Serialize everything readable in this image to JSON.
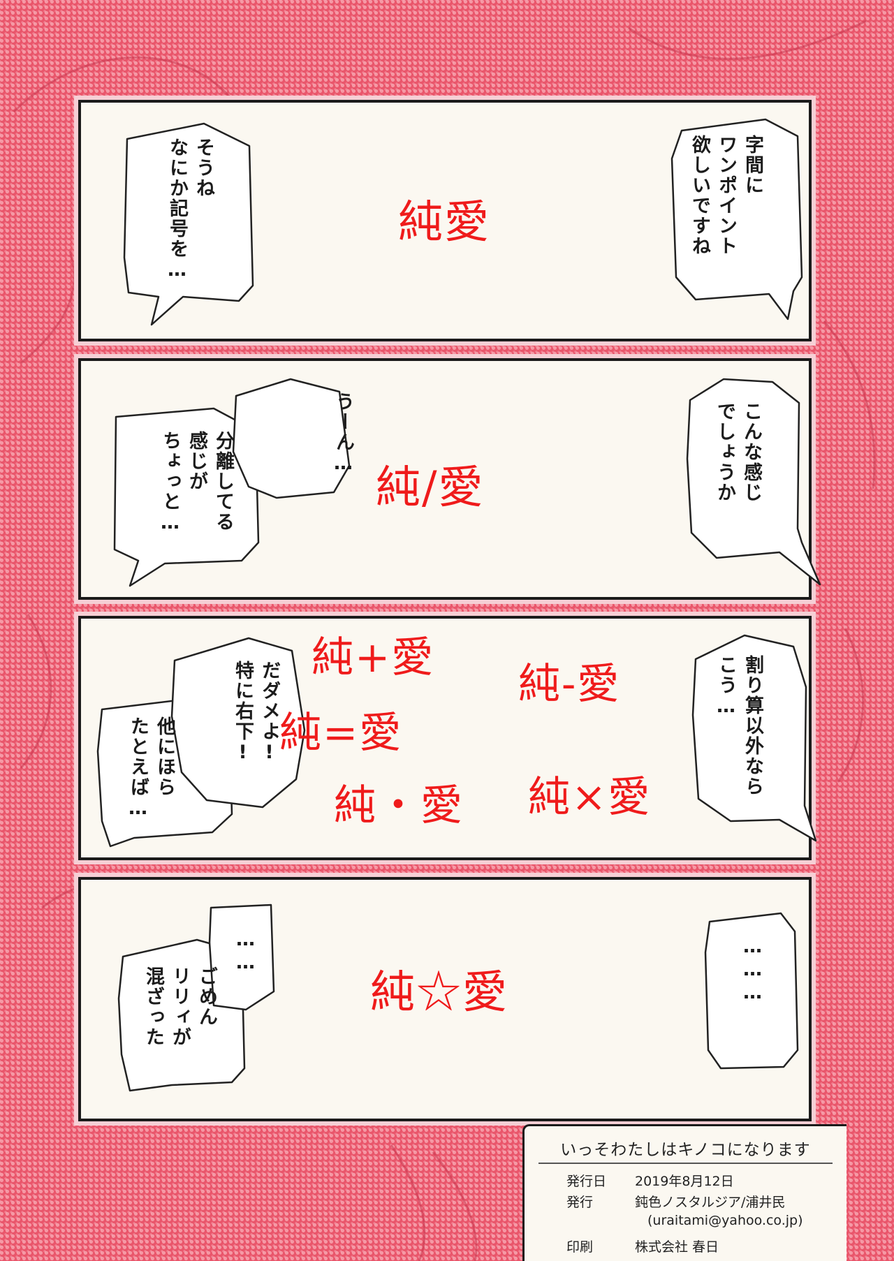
{
  "colors": {
    "background_pink": "#e9566b",
    "panel_paper": "#fbf8f1",
    "ink": "#1c1c1c",
    "red_text": "#ef1b1b"
  },
  "panels": [
    {
      "right_bubble": "字間に\nワンポイント\n欲しいですね",
      "left_bubble": "そうね\nなにか記号を…",
      "center_words": [
        "純愛"
      ]
    },
    {
      "right_bubble": "こんな感じ\nでしょうか",
      "left_bubble_top": "うーん…",
      "left_bubble_bottom": "分離してる\n感じが\nちょっと…",
      "center_words": [
        "純/愛"
      ]
    },
    {
      "right_bubble": "割り算以外なら\nこう…",
      "left_bubble_top": "だダメよ!\n特に右下!",
      "left_bubble_bottom": "他にほら\nたとえば…",
      "center_words": [
        "純+愛",
        "純-愛",
        "純=愛",
        "純・愛",
        "純×愛"
      ]
    },
    {
      "right_bubble": "………",
      "left_bubble_top": "……",
      "left_bubble_bottom": "ごめん\nリリィが\n混ざった",
      "center_words": [
        "純☆愛"
      ]
    }
  ],
  "colophon": {
    "title": "いっそわたしはキノコになります",
    "rows": [
      {
        "label": "発行日",
        "value": "2019年8月12日"
      },
      {
        "label": "発行",
        "value": "鈍色ノスタルジア/浦井民"
      },
      {
        "label": "",
        "value": "(uraitami@yahoo.co.jp)"
      },
      {
        "label": "印刷",
        "value": "株式会社 春日"
      }
    ]
  }
}
